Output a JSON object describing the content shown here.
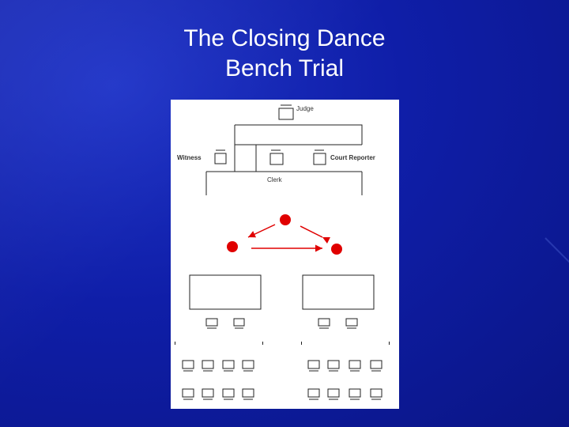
{
  "slide": {
    "title_line1": "The Closing Dance",
    "title_line2": "Bench Trial"
  },
  "diagram": {
    "judge_label": "Judge",
    "witness_label": "Witness",
    "court_reporter_label": "Court Reporter",
    "clerk_label": "Clerk"
  },
  "colors": {
    "background": "#0f1ea8",
    "panel": "#ffffff",
    "marker": "#e00000",
    "line": "#222222"
  }
}
